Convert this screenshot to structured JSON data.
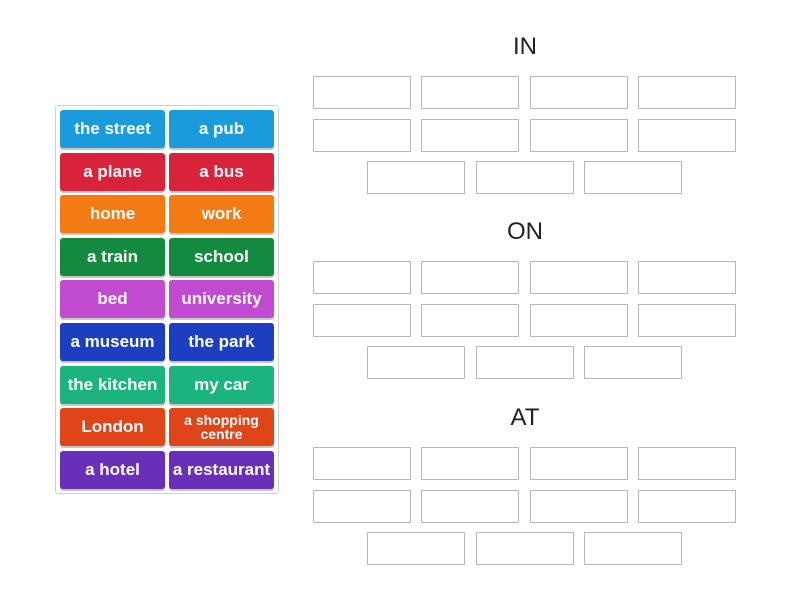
{
  "word_bank": {
    "tiles": [
      {
        "label": "the street",
        "color": "#1a9bdc"
      },
      {
        "label": "a pub",
        "color": "#1a9bdc"
      },
      {
        "label": "a plane",
        "color": "#d9233a"
      },
      {
        "label": "a bus",
        "color": "#d9233a"
      },
      {
        "label": "home",
        "color": "#f47a13"
      },
      {
        "label": "work",
        "color": "#f47a13"
      },
      {
        "label": "a train",
        "color": "#138a3f"
      },
      {
        "label": "school",
        "color": "#138a3f"
      },
      {
        "label": "bed",
        "color": "#c04bd0"
      },
      {
        "label": "university",
        "color": "#c04bd0"
      },
      {
        "label": "a museum",
        "color": "#1b3fc0"
      },
      {
        "label": "the park",
        "color": "#1b3fc0"
      },
      {
        "label": "the kitchen",
        "color": "#1bb37e"
      },
      {
        "label": "my car",
        "color": "#1bb37e"
      },
      {
        "label": "London",
        "color": "#e0451a"
      },
      {
        "label": "a shopping centre",
        "color": "#e0451a"
      },
      {
        "label": "a hotel",
        "color": "#6a2fb8"
      },
      {
        "label": "a restaurant",
        "color": "#6a2fb8"
      }
    ]
  },
  "groups": [
    {
      "title": "IN"
    },
    {
      "title": "ON"
    },
    {
      "title": "AT"
    }
  ]
}
